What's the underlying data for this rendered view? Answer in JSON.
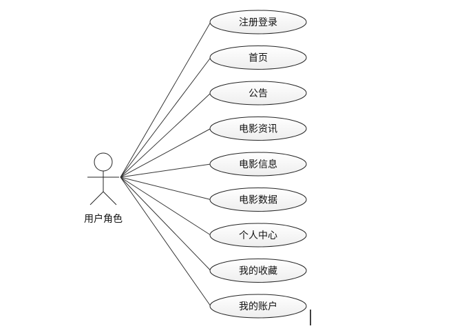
{
  "actor": {
    "label": "用户角色"
  },
  "use_cases": [
    {
      "label": "注册登录"
    },
    {
      "label": "首页"
    },
    {
      "label": "公告"
    },
    {
      "label": "电影资讯"
    },
    {
      "label": "电影信息"
    },
    {
      "label": "电影数据"
    },
    {
      "label": "个人中心"
    },
    {
      "label": "我的收藏"
    },
    {
      "label": "我的账户"
    }
  ],
  "colors": {
    "line": "#333333",
    "ellipse_stroke": "#222222",
    "ellipse_fill_top": "#ffffff",
    "ellipse_fill_bottom": "#eeeeee"
  }
}
